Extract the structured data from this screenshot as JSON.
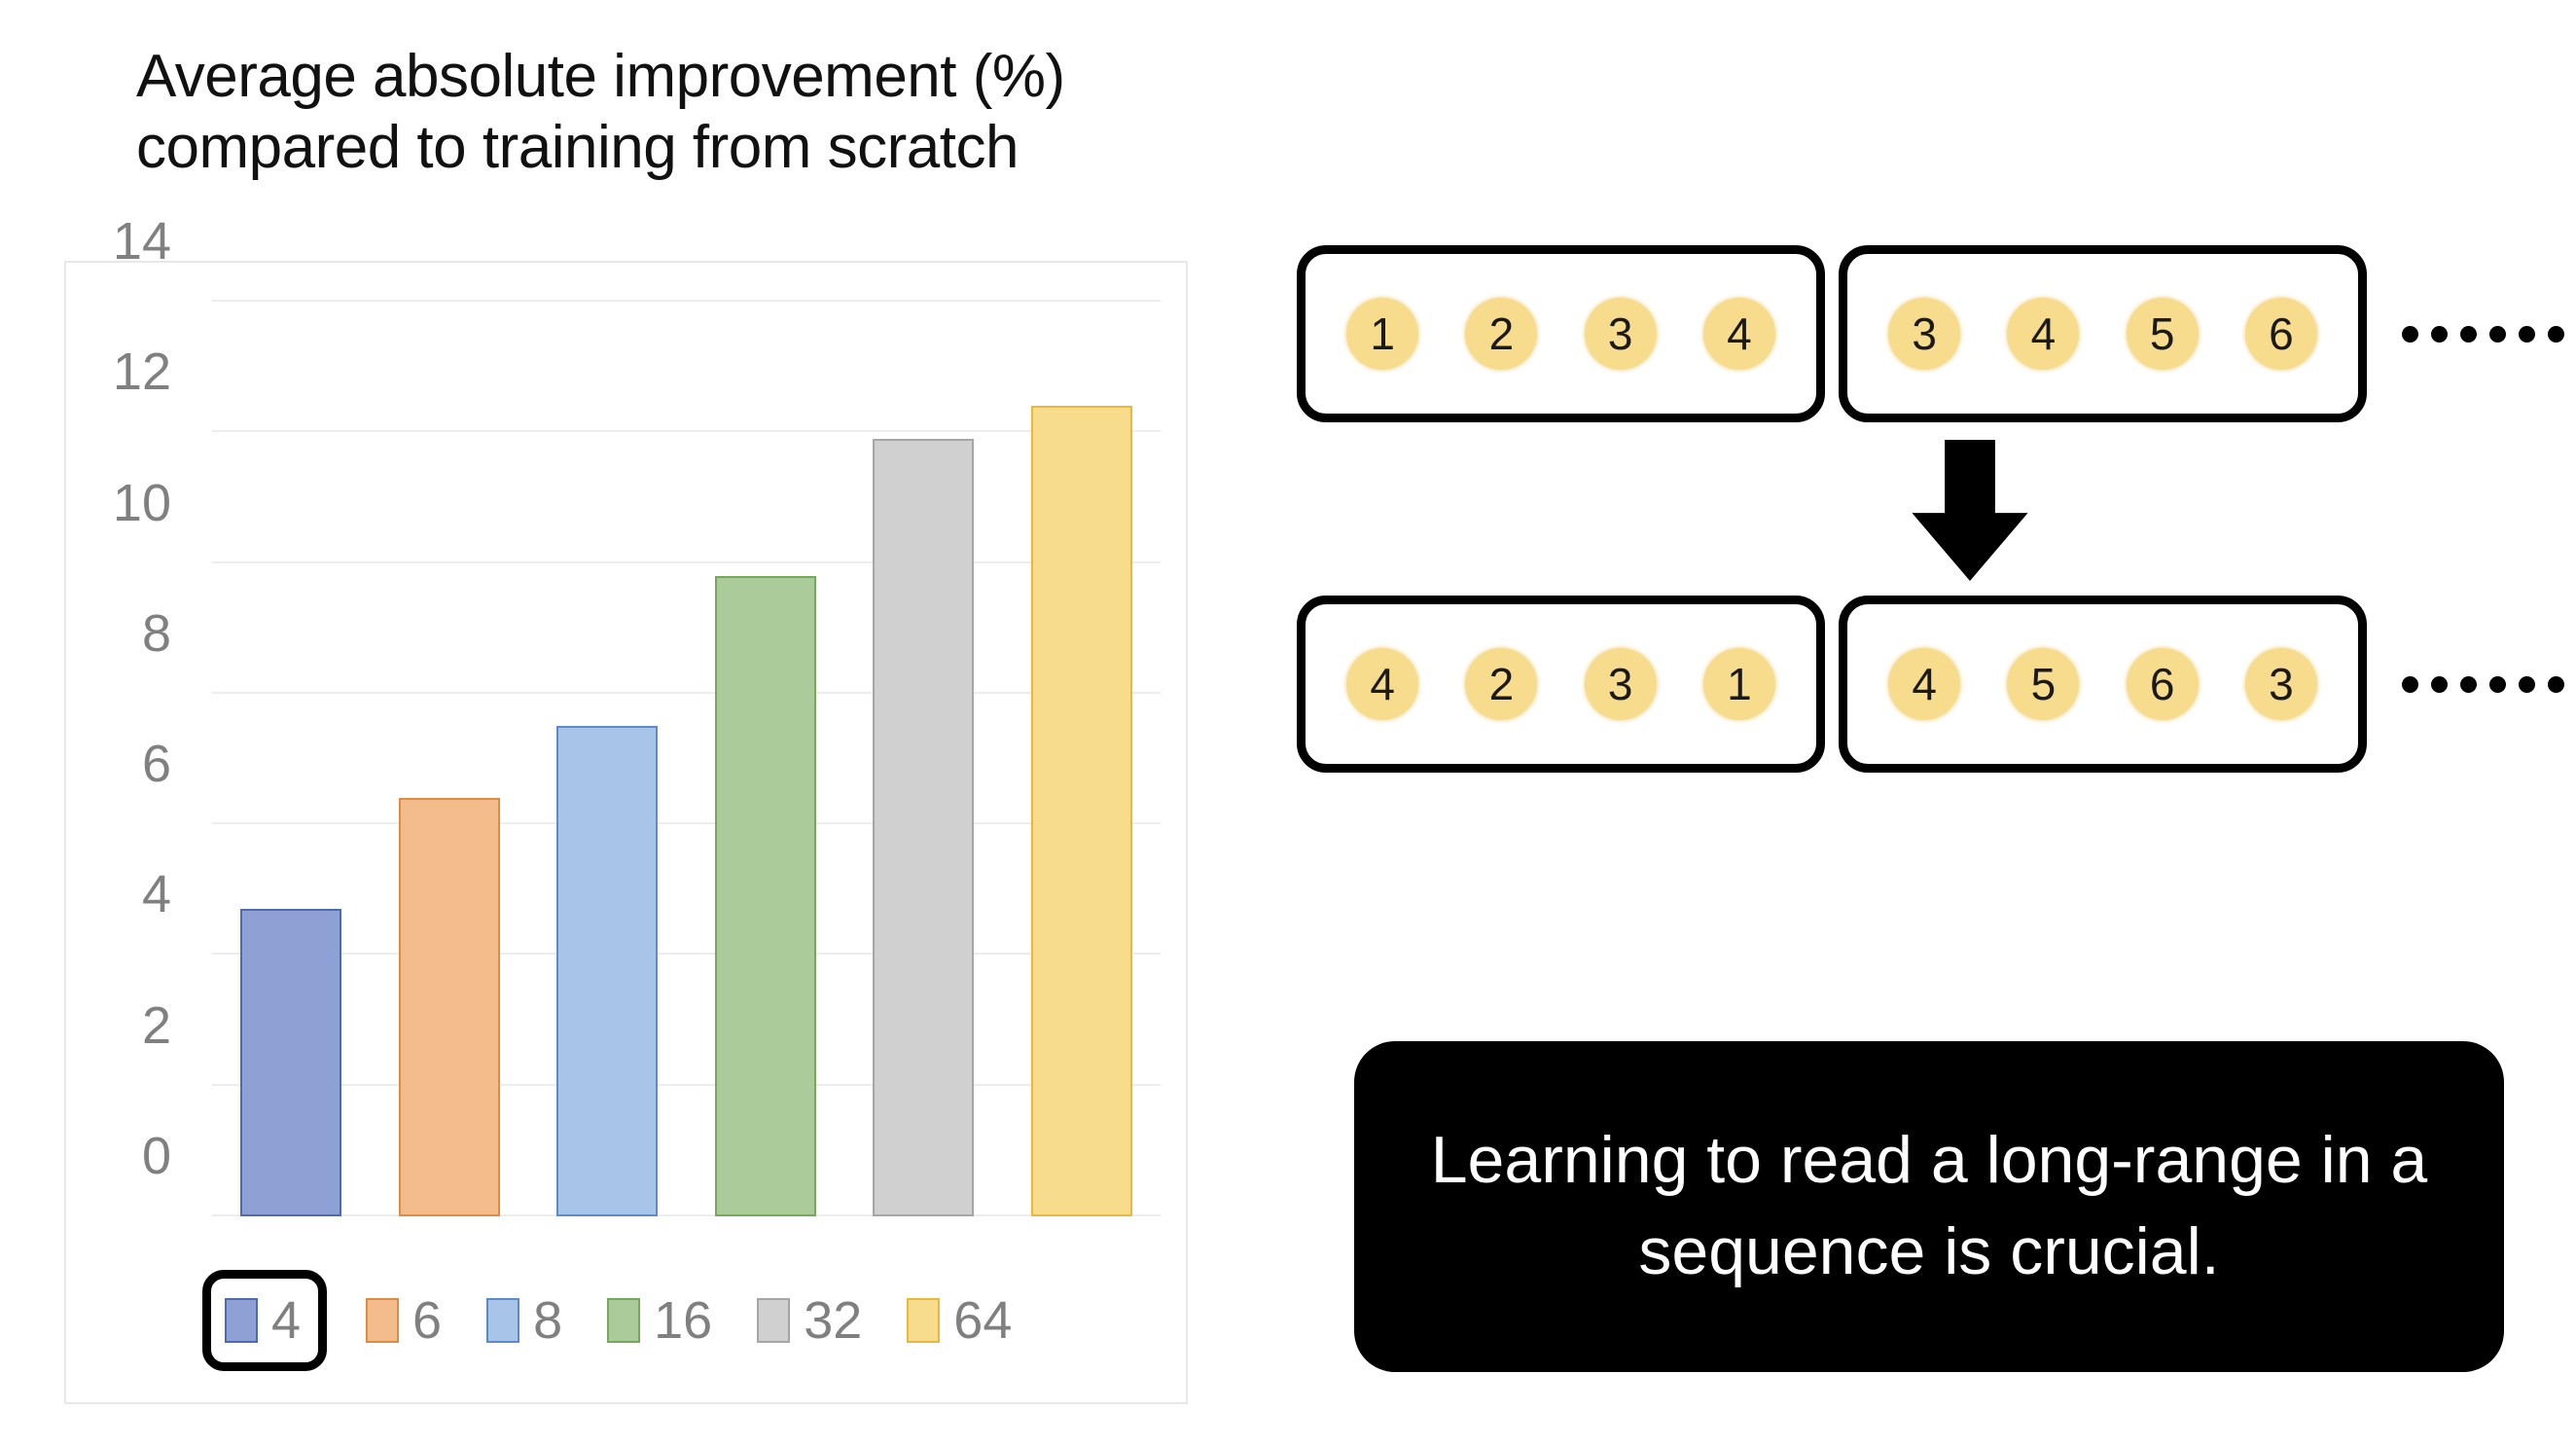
{
  "chart_data": {
    "type": "bar",
    "title": "Average absolute improvement (%)\ncompared to training from scratch",
    "categories": [
      "4",
      "6",
      "8",
      "16",
      "32",
      "64"
    ],
    "values": [
      4.7,
      6.4,
      7.5,
      9.8,
      11.9,
      12.4
    ],
    "xlabel": "",
    "ylabel": "",
    "ylim": [
      0,
      14
    ],
    "yticks": [
      "14",
      "12",
      "10",
      "8",
      "6",
      "4",
      "2",
      "0"
    ],
    "ytick_values": [
      14,
      12,
      10,
      8,
      6,
      4,
      2,
      0
    ],
    "grid": true,
    "legend_position": "bottom",
    "legend": [
      {
        "label": "4",
        "fill": "#8FA0D4",
        "stroke": "#4F6BB0",
        "highlighted": true
      },
      {
        "label": "6",
        "fill": "#F4BB8C",
        "stroke": "#E08B42",
        "highlighted": false
      },
      {
        "label": "8",
        "fill": "#A8C4E8",
        "stroke": "#5B8BC9",
        "highlighted": false
      },
      {
        "label": "16",
        "fill": "#ABCB9B",
        "stroke": "#74A85B",
        "highlighted": false
      },
      {
        "label": "32",
        "fill": "#D0D0D0",
        "stroke": "#A6A6A6",
        "highlighted": false
      },
      {
        "label": "64",
        "fill": "#F8DC8E",
        "stroke": "#E8B93C",
        "highlighted": false
      }
    ]
  },
  "diagram": {
    "arrow_icon": "down-arrow-icon",
    "ellipsis_dot_count": 6,
    "rows": [
      {
        "name": "original-sequence",
        "boxes": [
          {
            "tokens": [
              "1",
              "2",
              "3",
              "4"
            ]
          },
          {
            "tokens": [
              "3",
              "4",
              "5",
              "6"
            ]
          }
        ],
        "ellipsis": "......"
      },
      {
        "name": "shuffled-sequence",
        "boxes": [
          {
            "tokens": [
              "4",
              "2",
              "3",
              "1"
            ]
          },
          {
            "tokens": [
              "4",
              "5",
              "6",
              "3"
            ]
          }
        ],
        "ellipsis": "......"
      }
    ]
  },
  "caption": {
    "text": "Learning to read a long-range in a sequence is crucial.",
    "background": "#000000",
    "color": "#ffffff"
  }
}
